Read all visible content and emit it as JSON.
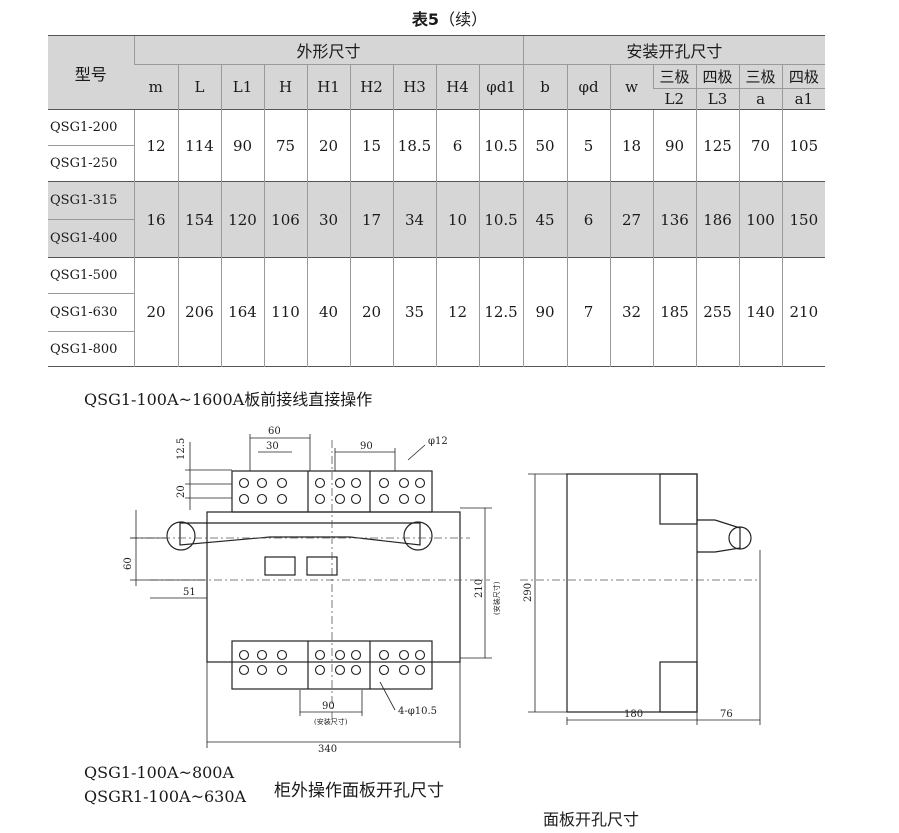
{
  "table": {
    "title": "表5",
    "title_paren": "（续）",
    "group_header_outer": "外形尺寸",
    "group_header_install": "安装开孔尺寸",
    "model_header": "型号",
    "outer_cols": [
      "m",
      "L",
      "L1",
      "H",
      "H1",
      "H2",
      "H3",
      "H4",
      "φd1"
    ],
    "install_cols": [
      "b",
      "φd",
      "w"
    ],
    "pole_labels": [
      "三极",
      "四极",
      "三极",
      "四极"
    ],
    "pole_sub": [
      "L2",
      "L3",
      "a",
      "a1"
    ],
    "groups": [
      {
        "models": [
          "QSG1-200",
          "QSG1-250"
        ],
        "values": [
          "12",
          "114",
          "90",
          "75",
          "20",
          "15",
          "18.5",
          "6",
          "10.5",
          "50",
          "5",
          "18",
          "90",
          "125",
          "70",
          "105"
        ]
      },
      {
        "models": [
          "QSG1-315",
          "QSG1-400"
        ],
        "values": [
          "16",
          "154",
          "120",
          "106",
          "30",
          "17",
          "34",
          "10",
          "10.5",
          "45",
          "6",
          "27",
          "136",
          "186",
          "100",
          "150"
        ]
      },
      {
        "models": [
          "QSG1-500",
          "QSG1-630",
          "QSG1-800"
        ],
        "values": [
          "20",
          "206",
          "164",
          "110",
          "40",
          "20",
          "35",
          "12",
          "12.5",
          "90",
          "7",
          "32",
          "185",
          "255",
          "140",
          "210"
        ]
      }
    ]
  },
  "captions": {
    "front_operation": "QSG1-100A~1600A板前接线直接操作",
    "model_line1": "QSG1-100A~800A",
    "model_line2": "QSGR1-100A~630A",
    "panel_cutout_outside": "柜外操作面板开孔尺寸",
    "panel_cutout": "面板开孔尺寸"
  },
  "dims": {
    "d60_top": "60",
    "d30": "30",
    "d90_top": "90",
    "d12_5": "12.5",
    "d20": "20",
    "phi12": "φ12",
    "d60_left": "60",
    "d51": "51",
    "d210": "210",
    "d210_note": "(安装尺寸)",
    "d90_bottom": "90",
    "d90_note": "(安装尺寸)",
    "holes": "4-φ10.5",
    "d340": "340",
    "d290": "290",
    "d180": "180",
    "d76": "76"
  }
}
